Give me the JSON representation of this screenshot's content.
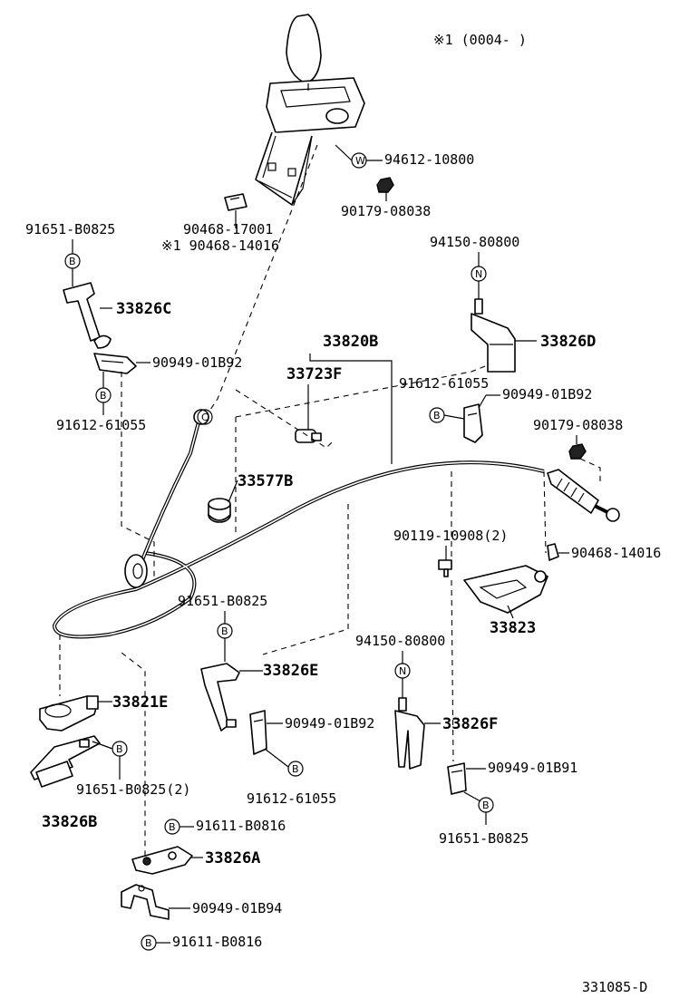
{
  "header_note": "※1 (0004-        )",
  "footer_code": "331085-D",
  "circle_letters": {
    "w": "W",
    "b": "B",
    "n": "N",
    "c": "C"
  },
  "labels": {
    "p94612_10800": "94612-10800",
    "p90179_08038_top": "90179-08038",
    "p90468_17001": "90468-17001",
    "p90468_14016_top": "※1 90468-14016",
    "p91651_B0825_top": "91651-B0825",
    "p33826C": "33826C",
    "p90949_01B92_left": "90949-01B92",
    "p91612_61055_left": "91612-61055",
    "p94150_80800_top": "94150-80800",
    "p33826D": "33826D",
    "p33820B": "33820B",
    "p33723F": "33723F",
    "p91612_61055_mid": "91612-61055",
    "p90949_01B92_right": "90949-01B92",
    "p90179_08038_right": "90179-08038",
    "p33577B": "33577B",
    "p90119_10908": "90119-10908(2)",
    "p90468_14016_right": "90468-14016",
    "p91651_B0825_mid": "91651-B0825",
    "p33823": "33823",
    "p94150_80800_mid": "94150-80800",
    "p33826E": "33826E",
    "p33821E": "33821E",
    "p90949_01B92_low": "90949-01B92",
    "p33826F": "33826F",
    "p91651_B0825_2": "91651-B0825(2)",
    "p33826B": "33826B",
    "p91612_61055_low": "91612-61055",
    "p90949_01B91": "90949-01B91",
    "p91611_B0816_a": "91611-B0816",
    "p91651_B0825_low": "91651-B0825",
    "p33826A": "33826A",
    "p90949_01B94": "90949-01B94",
    "p91611_B0816_b": "91611-B0816"
  }
}
